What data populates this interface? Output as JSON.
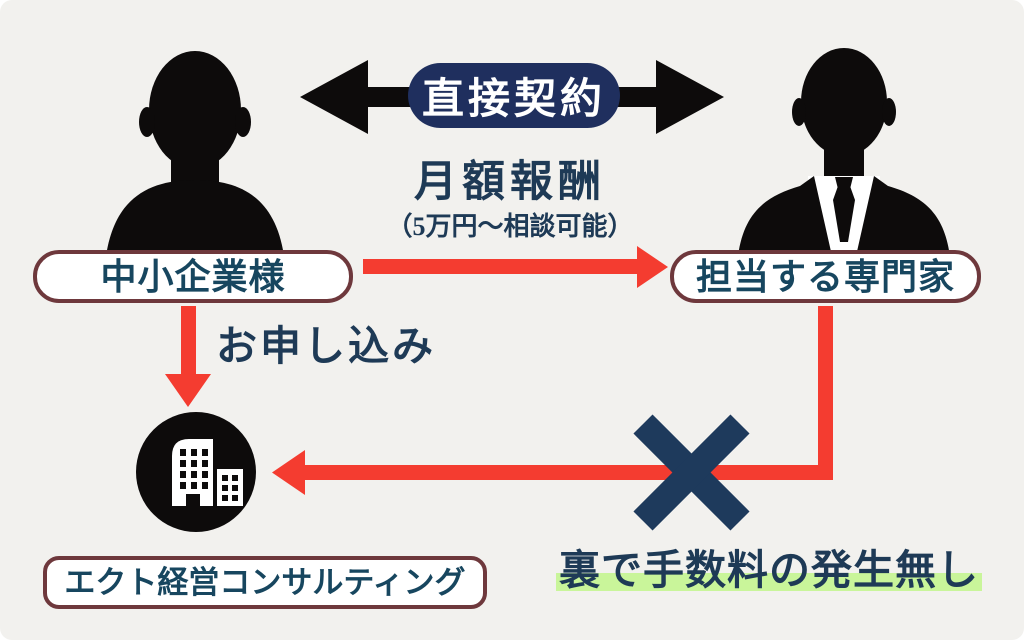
{
  "colors": {
    "bg": "#f2f1ee",
    "navy_pill": "#1f2f5e",
    "navy_text": "#1e3a56",
    "label_text": "#17465f",
    "red": "#f43c30",
    "maroon": "#6e383c",
    "green_highlight": "#c9f59a",
    "arrow_black": "#0d0b0b",
    "x_mark": "#1e3a5c"
  },
  "contract": {
    "label": "直接契約"
  },
  "compensation": {
    "title": "月額報酬",
    "subtitle": "（5万円～相談可能）"
  },
  "client": {
    "label": "中小企業様"
  },
  "expert": {
    "label": "担当する専門家"
  },
  "company": {
    "label": "エクト経営コンサルティング"
  },
  "application": {
    "label": "お申し込み"
  },
  "no_fee": {
    "label": "裏で手数料の発生無し"
  },
  "icons": {
    "client": "person-silhouette-icon",
    "expert": "businessman-silhouette-icon",
    "company": "building-icon",
    "cancel": "x-mark"
  }
}
